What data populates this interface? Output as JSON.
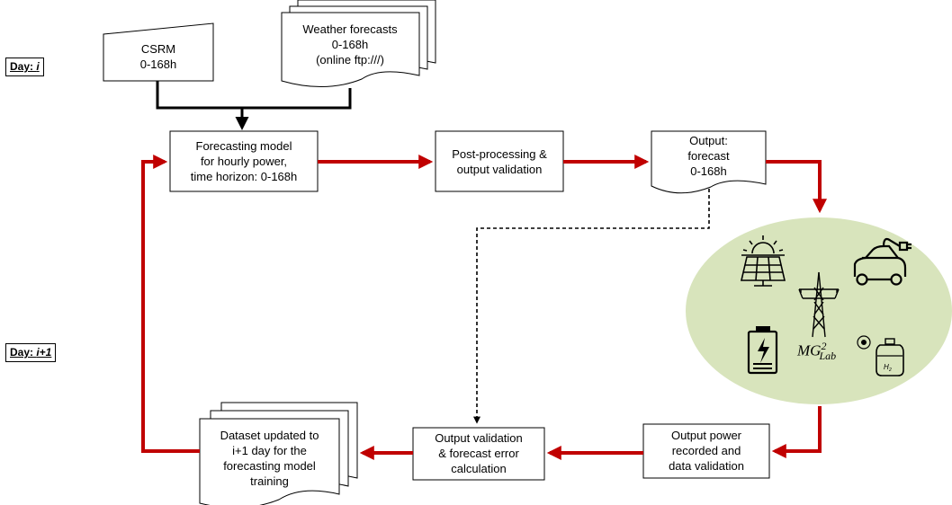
{
  "days": {
    "day_i": {
      "prefix": "Day: ",
      "index": "i"
    },
    "day_i1": {
      "prefix": "Day: ",
      "index": "i+1"
    }
  },
  "nodes": {
    "csrm": "CSRM\n0-168h",
    "weather": "Weather forecasts\n0-168h\n(online ftp:///)",
    "forecasting_model": "Forecasting model\nfor hourly power,\ntime horizon: 0-168h",
    "post_processing": "Post-processing  &\noutput validation",
    "output_forecast": "Output:\nforecast\n0-168h",
    "output_power": "Output power\nrecorded and\ndata validation",
    "output_validation": "Output validation\n& forecast error\ncalculation",
    "dataset_updated": "Dataset updated to\ni+1 day for the\nforecasting model\ntraining"
  },
  "microgrid": {
    "label_main": "MG",
    "label_sup": "2",
    "label_sub": "Lab",
    "icons": [
      "solar-panel-icon",
      "electric-car-icon",
      "power-pylon-icon",
      "battery-icon",
      "hydrogen-tank-icon"
    ],
    "fill_color": "#d8e4bc"
  },
  "colors": {
    "flow_arrow": "#c00000",
    "input_arrow": "#000000"
  }
}
